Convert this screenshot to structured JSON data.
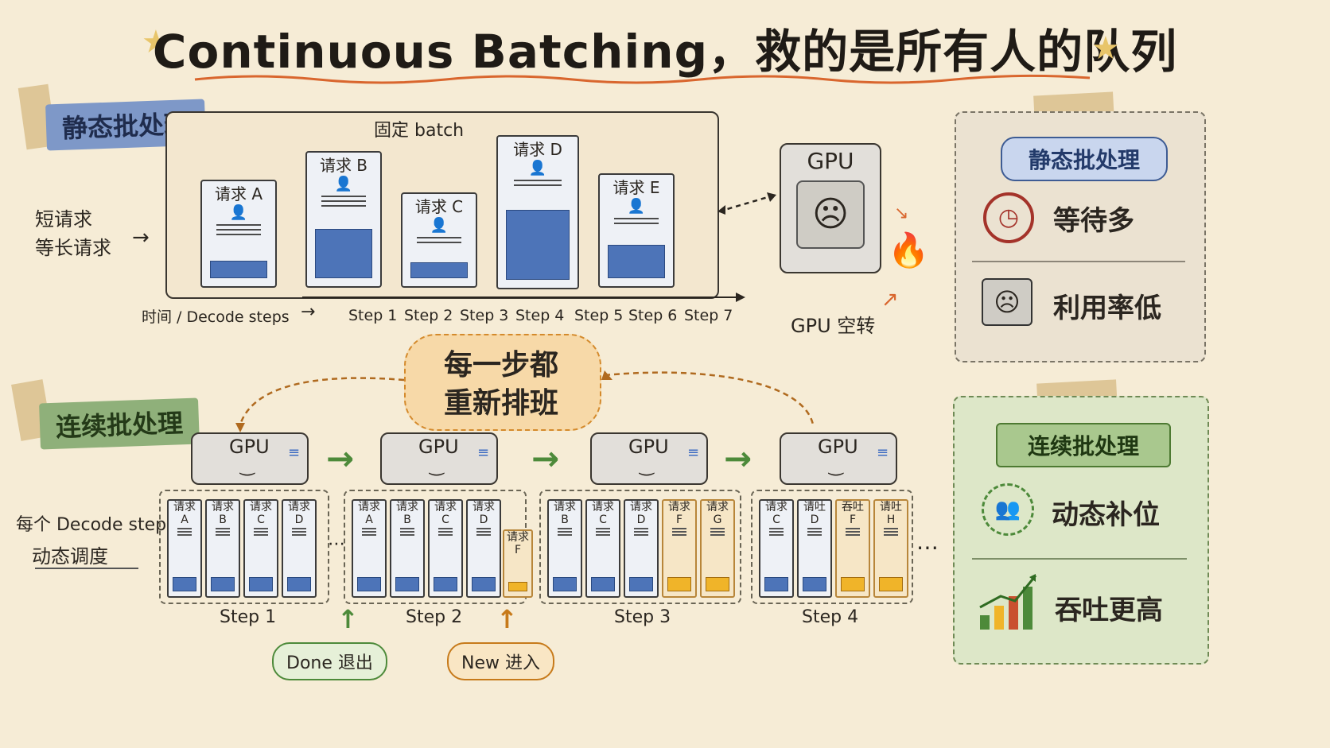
{
  "title": "Continuous Batching，救的是所有人的队列",
  "static": {
    "label": "静态批处理",
    "batch_label": "固定 batch",
    "left_note_1": "短请求",
    "left_note_2": "等长请求",
    "time_axis": "时间 / Decode steps",
    "requests": [
      "请求 A",
      "请求 B",
      "请求 C",
      "请求 D",
      "请求 E"
    ],
    "steps": [
      "Step 1",
      "Step 2",
      "Step 3",
      "Step 4",
      "Step 5",
      "Step 6",
      "Step 7"
    ],
    "gpu_label": "GPU",
    "gpu_idle": "GPU 空转"
  },
  "bubble": {
    "line1": "每一步都",
    "line2": "重新排班"
  },
  "continuous": {
    "label": "连续批处理",
    "gpu_label": "GPU",
    "left_note_1": "每个 Decode step",
    "left_note_2": "动态调度",
    "ellipsis_mid": "⋯",
    "ellipsis_end": "⋯",
    "steps": [
      {
        "label": "Step 1",
        "cards": [
          [
            "请求",
            "A"
          ],
          [
            "请求",
            "B"
          ],
          [
            "请求",
            "C"
          ],
          [
            "请求",
            "D"
          ]
        ]
      },
      {
        "label": "Step 2",
        "cards": [
          [
            "请求",
            "A"
          ],
          [
            "请求",
            "B"
          ],
          [
            "请求",
            "C"
          ],
          [
            "请求",
            "D"
          ]
        ],
        "extra": [
          "请求",
          "F"
        ]
      },
      {
        "label": "Step 3",
        "cards": [
          [
            "请求",
            "B"
          ],
          [
            "请求",
            "C"
          ],
          [
            "请求",
            "D"
          ],
          [
            "请求",
            "F"
          ],
          [
            "请求",
            "G"
          ]
        ]
      },
      {
        "label": "Step 4",
        "cards": [
          [
            "请求",
            "C"
          ],
          [
            "请吐",
            "D"
          ],
          [
            "吞吐",
            "F"
          ],
          [
            "请吐",
            "H"
          ]
        ]
      }
    ],
    "done_label": "Done 退出",
    "new_label": "New 进入"
  },
  "side_static": {
    "title": "静态批处理",
    "item1": "等待多",
    "item2": "利用率低",
    "icon1": "clock-icon",
    "icon2": "sad-chip-icon"
  },
  "side_continuous": {
    "title": "连续批处理",
    "item1": "动态补位",
    "item2": "吞吐更高",
    "icon1": "people-cycle-icon",
    "icon2": "growth-chart-icon"
  },
  "colors": {
    "blue_fill": "#4d74b8",
    "orange_fill": "#f0b429",
    "green_accent": "#4d8a3a",
    "red_accent": "#c0392b"
  }
}
